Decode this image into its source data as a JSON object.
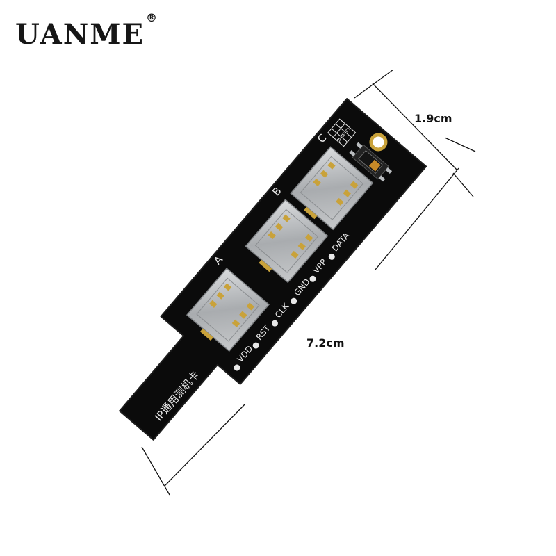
{
  "brand": {
    "name": "UANME",
    "mark": "®"
  },
  "dimensions": {
    "width": "1.9cm",
    "length": "7.2cm"
  },
  "board": {
    "title": "IP通用测机卡",
    "slots": [
      "A",
      "B",
      "C"
    ],
    "pins": [
      "VDD",
      "RST",
      "CLK",
      "GND",
      "VPP",
      "DATA"
    ],
    "selector_labels": [
      "C",
      "B",
      "A"
    ],
    "colors": {
      "pcb": "#0b0b0b",
      "silkscreen": "#e8e8e8",
      "gold": "#c9a23a",
      "steel": "#b9bcbf"
    }
  }
}
